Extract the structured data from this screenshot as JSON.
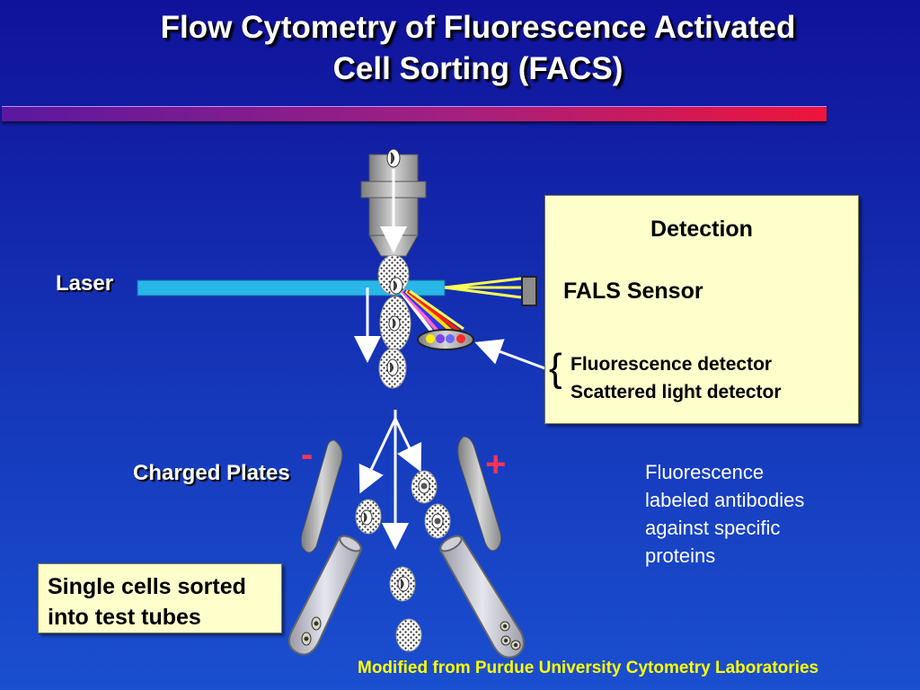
{
  "title": {
    "line1": "Flow Cytometry of Fluorescence Activated",
    "line2": "Cell Sorting (FACS)"
  },
  "labels": {
    "laser": "Laser",
    "charged_plates": "Charged Plates",
    "minus": "-",
    "plus": "+"
  },
  "detection": {
    "heading": "Detection",
    "fals": "FALS Sensor",
    "fluorescence_detector": "Fluorescence detector",
    "scattered_detector": "Scattered light detector"
  },
  "sorted_note": {
    "line1": "Single cells sorted",
    "line2": "into test tubes"
  },
  "antibodies_note": {
    "line1": "Fluorescence",
    "line2": "labeled antibodies",
    "line3": "against specific",
    "line4": "proteins"
  },
  "credit": "Modified from Purdue University Cytometry Laboratories",
  "colors": {
    "laser_beam": "#29b6e8",
    "note_box": "#ffffcc",
    "credit_text": "#ffff00",
    "plate_sign": "#ff3355",
    "accent_bar_start": "#5a18a0",
    "accent_bar_end": "#f0143a"
  }
}
